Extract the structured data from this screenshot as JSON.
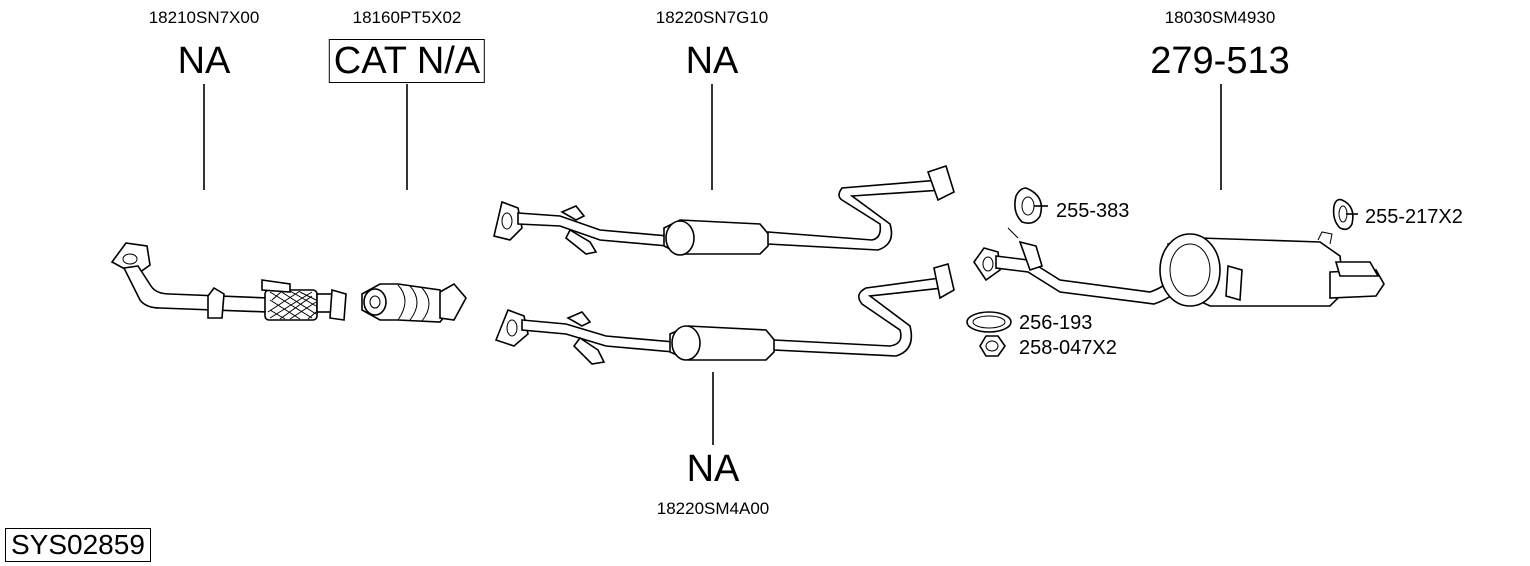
{
  "title": "Exhaust system diagram",
  "system_code": "SYS02859",
  "parts": {
    "front_pipe": {
      "oem": "18210SN7X00",
      "ref": "NA"
    },
    "catalyst": {
      "oem": "18160PT5X02",
      "ref": "CAT N/A"
    },
    "center_pipe_upper": {
      "oem": "18220SN7G10",
      "ref": "NA"
    },
    "center_pipe_lower": {
      "oem": "18220SM4A00",
      "ref": "NA"
    },
    "rear_silencer": {
      "oem": "18030SM4930",
      "ref": "279-513"
    }
  },
  "accessories": {
    "rubber_mount_1": "255-383",
    "rubber_mount_2": "255-217X2",
    "gasket_ring": "256-193",
    "nut": "258-047X2"
  }
}
